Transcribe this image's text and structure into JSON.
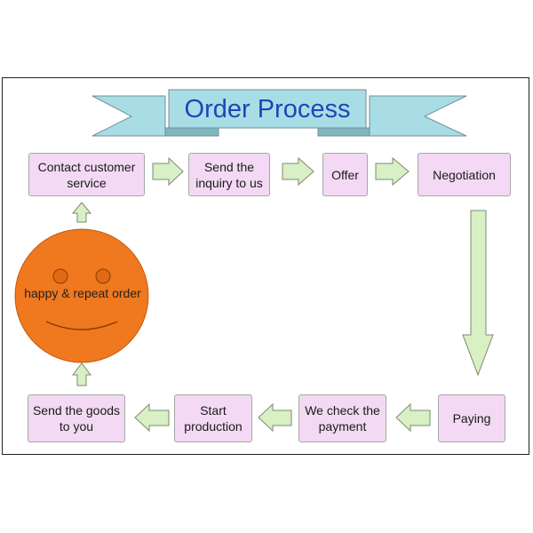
{
  "title": "Order Process",
  "steps": {
    "contact": "Contact customer service",
    "inquiry": "Send the inquiry to us",
    "offer": "Offer",
    "negotiation": "Negotiation",
    "paying": "Paying",
    "check_payment": "We check the payment",
    "production": "Start production",
    "send_goods": "Send the goods to you"
  },
  "face_label": "happy & repeat order",
  "colors": {
    "box_fill": "#f3d9f3",
    "arrow_fill": "#d9f0c4",
    "arrow_stroke": "#7a8a70",
    "banner_fill": "#a9dde5",
    "face_fill": "#f0781e",
    "title_color": "#1f45b8"
  }
}
